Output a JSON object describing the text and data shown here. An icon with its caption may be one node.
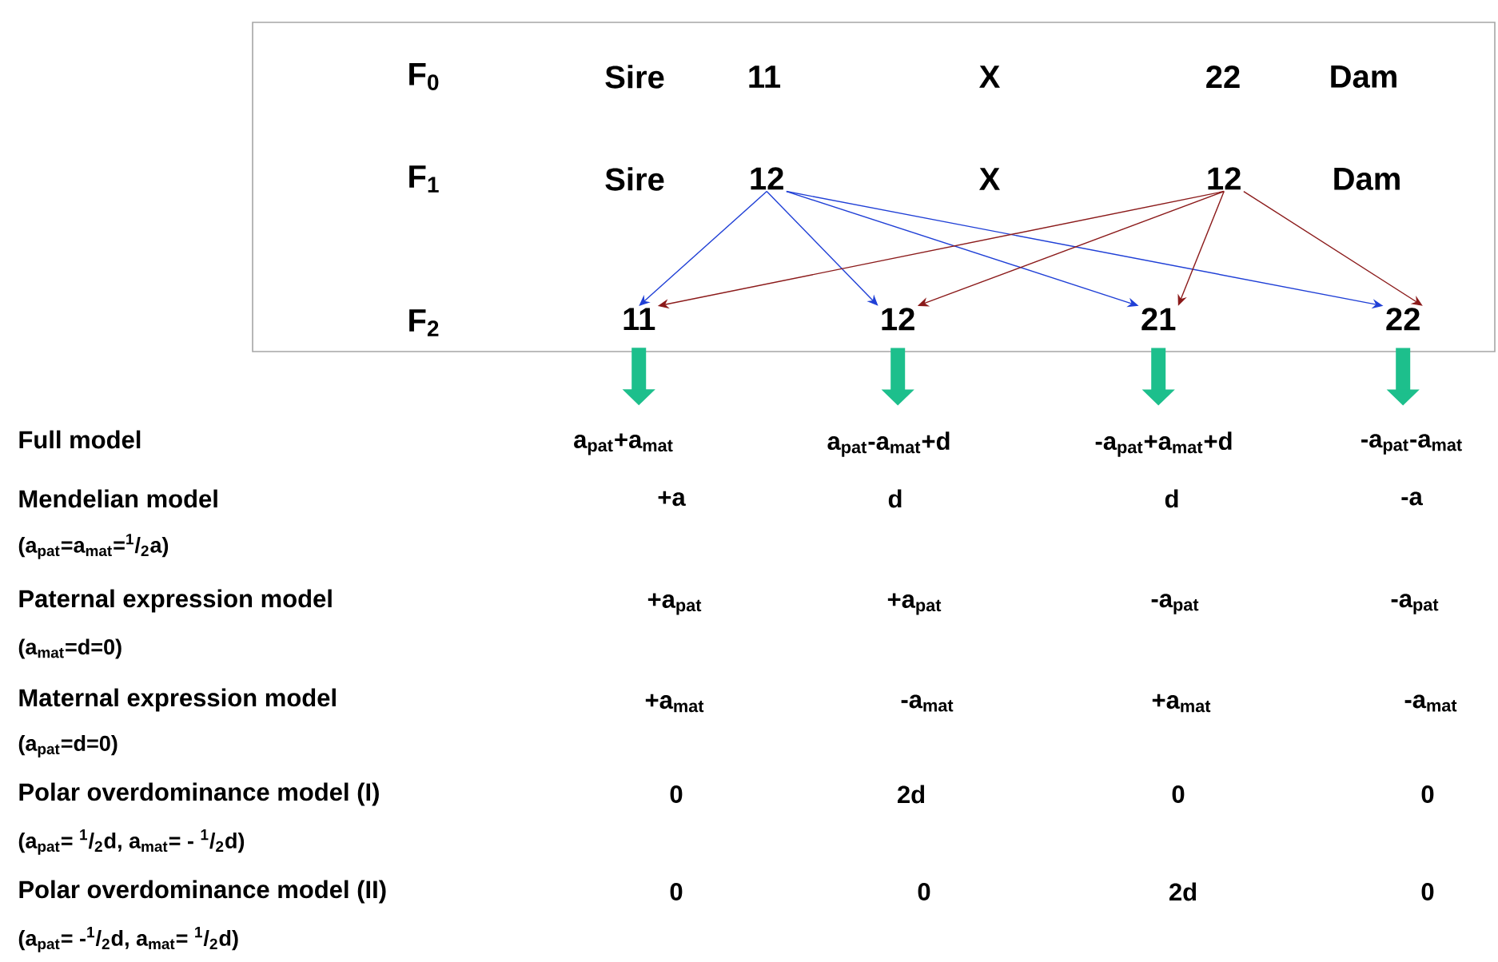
{
  "diagram": {
    "nodes": [
      {
        "text": [],
        "shape": "box"
      },
      {
        "text": [
          "12"
        ],
        "in": 0
      },
      {
        "text": [
          "12"
        ],
        "in": 0
      },
      {
        "text": [
          "11"
        ],
        "in": 0
      },
      {
        "text": [
          "12"
        ],
        "in": 0
      },
      {
        "text": [
          "21"
        ],
        "in": 0
      },
      {
        "text": [
          "22"
        ],
        "in": 0
      }
    ],
    "edges": [
      {
        "from": 1,
        "to": 3,
        "arrow": "to",
        "color": "#1f3fd6"
      },
      {
        "from": 1,
        "to": 4,
        "arrow": "to",
        "color": "#1f3fd6"
      },
      {
        "from": 1,
        "to": 5,
        "arrow": "to",
        "color": "#1f3fd6"
      },
      {
        "from": 1,
        "to": 6,
        "arrow": "to",
        "color": "#1f3fd6"
      },
      {
        "from": 2,
        "to": 3,
        "arrow": "to",
        "color": "#8b1a1a"
      },
      {
        "from": 2,
        "to": 4,
        "arrow": "to",
        "color": "#8b1a1a"
      },
      {
        "from": 2,
        "to": 5,
        "arrow": "to",
        "color": "#8b1a1a"
      },
      {
        "from": 2,
        "to": 6,
        "arrow": "to",
        "color": "#8b1a1a"
      },
      {
        "from": 3,
        "to": null,
        "arrow": "to",
        "style": "thick",
        "color": "#1dbf8c"
      },
      {
        "from": 4,
        "to": null,
        "arrow": "to",
        "style": "thick",
        "color": "#1dbf8c"
      },
      {
        "from": 5,
        "to": null,
        "arrow": "to",
        "style": "thick",
        "color": "#1dbf8c"
      },
      {
        "from": 6,
        "to": null,
        "arrow": "to",
        "style": "thick",
        "color": "#1dbf8c"
      }
    ],
    "labels": [
      "F$_{0}$",
      "Sire",
      "11",
      "X",
      "22",
      "Dam",
      "F$_{1}$",
      "Sire",
      "X",
      "Dam",
      "F$_{2}$",
      "Full model",
      "a$_{pat}$+a$_{mat}$",
      "a$_{pat}$-a$_{mat}$+d",
      "-a$_{pat}$+a$_{mat}$+d",
      "-a$_{pat}$-a$_{mat}$",
      "Mendelian model",
      "+a",
      "d",
      "d",
      "-a",
      "(a$_{pat}$=a$_{mat}$=$^{1}$/$_{2}$a)",
      "Paternal expression model",
      "+a$_{pat}$",
      "+a$_{pat}$",
      "-a$_{pat}$",
      "-a$_{pat}$",
      "(a$_{mat}$=d=0)",
      "Maternal expression model",
      "+a$_{mat}$",
      "-a$_{mat}$",
      "+a$_{mat}$",
      "-a$_{mat}$",
      "(a$_{pat}$=d=0)",
      "Polar overdominance model (I)",
      "0",
      "2d",
      "0",
      "0",
      "(a$_{pat}$= $^{1}$/$_{2}$d, a$_{mat}$= - $^{1}$/$_{2}$d)",
      "Polar overdominance model (II)",
      "0",
      "0",
      "2d",
      "0",
      "(a$_{pat}$= -$^{1}$/$_{2}$d, a$_{mat}$=  $^{1}$/$_{2}$d)"
    ]
  }
}
